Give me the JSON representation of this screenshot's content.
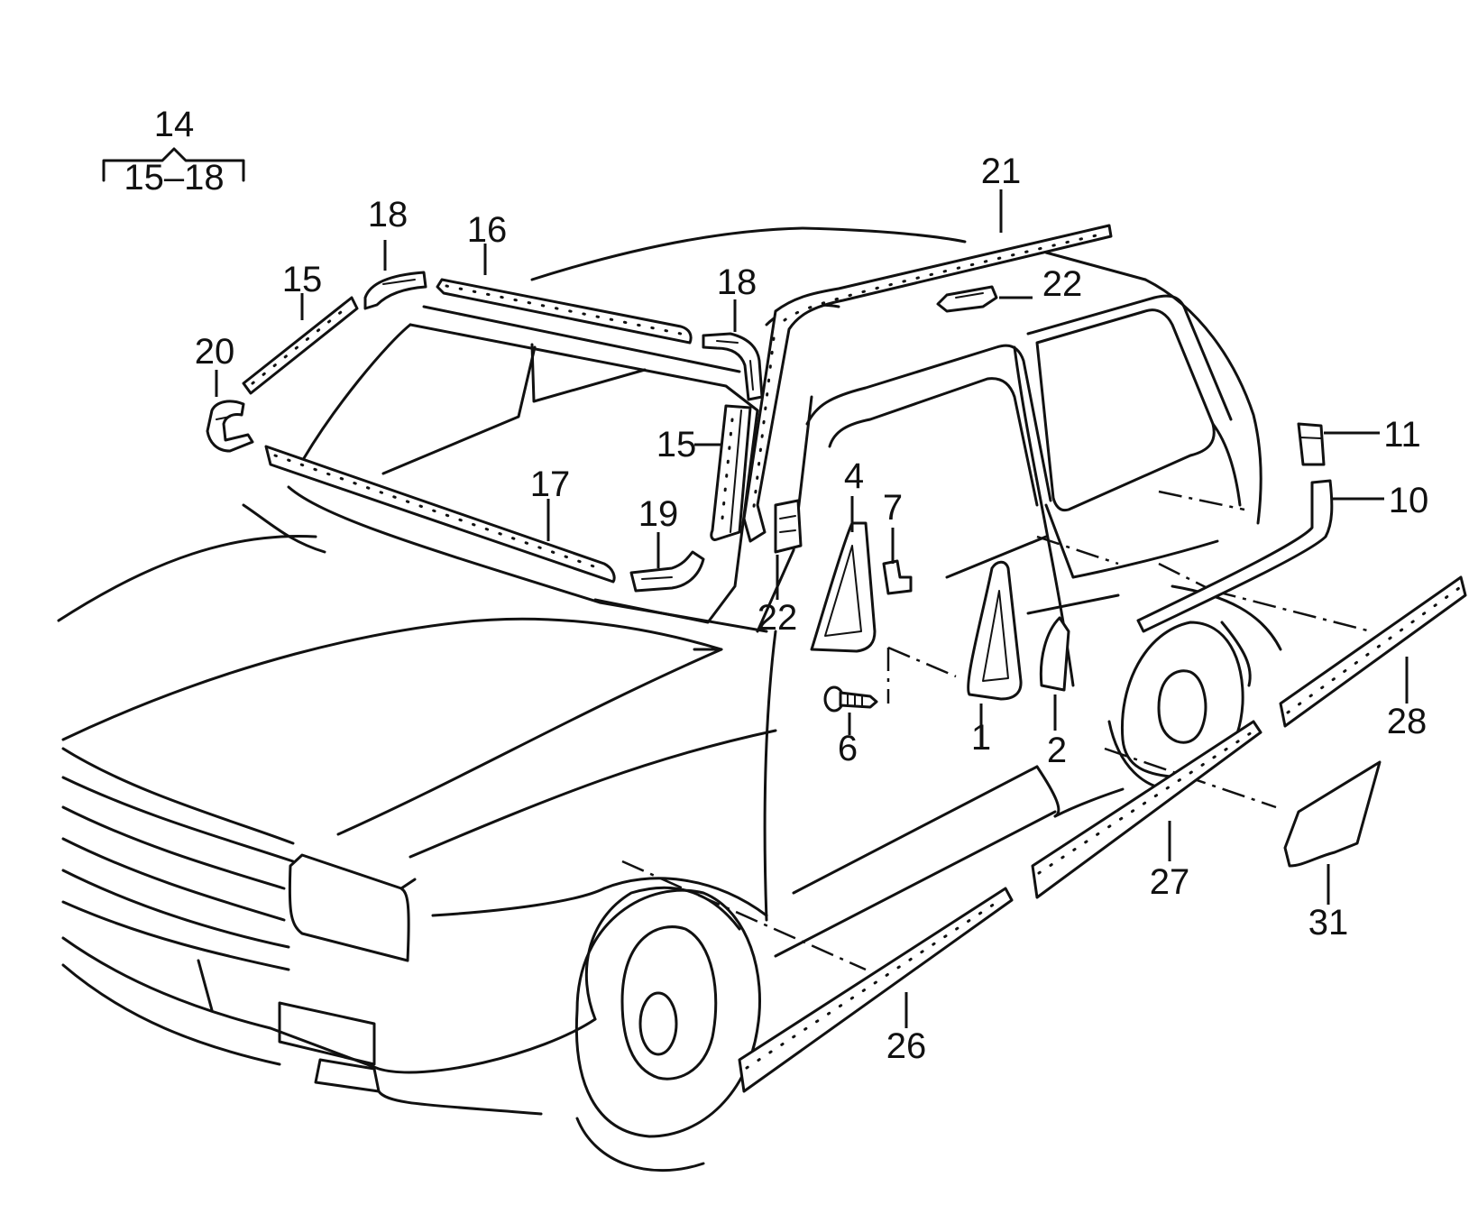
{
  "group": {
    "number": "14",
    "range": "15–18"
  },
  "callouts": {
    "c1": "1",
    "c2": "2",
    "c4": "4",
    "c6": "6",
    "c7": "7",
    "c10": "10",
    "c11": "11",
    "c15a": "15",
    "c15b": "15",
    "c16": "16",
    "c17": "17",
    "c18a": "18",
    "c18b": "18",
    "c19": "19",
    "c20": "20",
    "c21": "21",
    "c22a": "22",
    "c22b": "22",
    "c26": "26",
    "c27": "27",
    "c28": "28",
    "c31": "31"
  }
}
